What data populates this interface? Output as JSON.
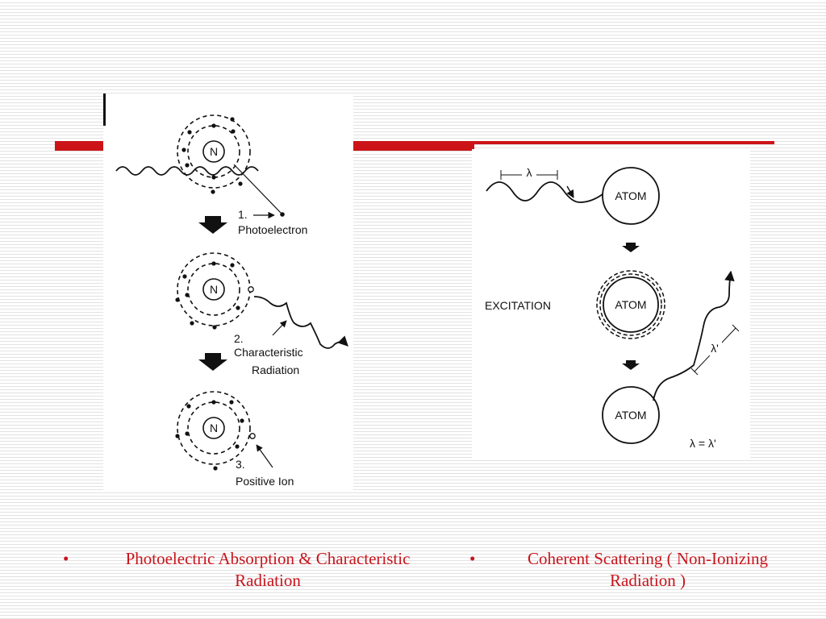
{
  "left_diagram": {
    "nucleus": "N",
    "step1_num": "1.",
    "step1_label": "Photoelectron",
    "step2_num": "2.",
    "step2_line1": "Characteristic",
    "step2_line2": "Radiation",
    "step3_num": "3.",
    "step3_label": "Positive Ion"
  },
  "right_diagram": {
    "wavelength": "λ",
    "atom": "ATOM",
    "excitation": "EXCITATION",
    "scattered_wavelength": "λ'",
    "equation": "λ = λ'"
  },
  "captions": {
    "bullet": "•",
    "left": "Photoelectric Absorption & Characteristic Radiation",
    "right": "Coherent Scattering ( Non-Ionizing Radiation )"
  },
  "colors": {
    "accent_red": "#cc1418",
    "caption_red": "#c8141c"
  }
}
